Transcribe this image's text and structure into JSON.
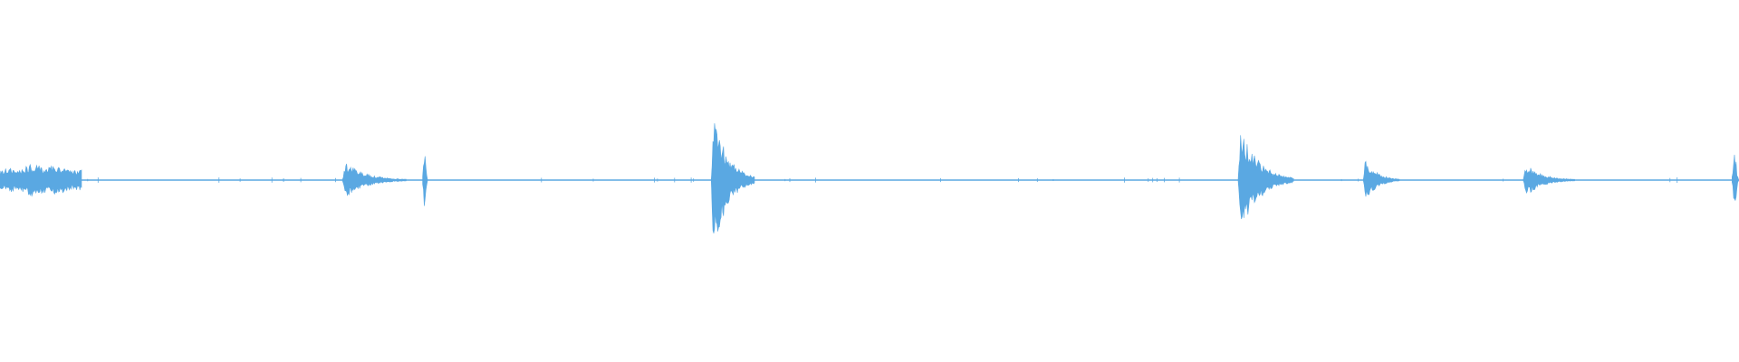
{
  "waveform": {
    "color": "#5aa8e2",
    "baseline_color": "#5aa8e2",
    "background": "#ffffff",
    "duration_fraction_note_omitted": null,
    "bursts": [
      {
        "start": 0.0,
        "end": 0.047,
        "peak": 0.045,
        "shape": "sustained"
      },
      {
        "start": 0.197,
        "end": 0.234,
        "peak": 0.05,
        "shape": "decay"
      },
      {
        "start": 0.243,
        "end": 0.246,
        "peak": 0.085,
        "shape": "spike"
      },
      {
        "start": 0.409,
        "end": 0.434,
        "peak": 0.21,
        "shape": "decay"
      },
      {
        "start": 0.712,
        "end": 0.744,
        "peak": 0.15,
        "shape": "decay"
      },
      {
        "start": 0.784,
        "end": 0.805,
        "peak": 0.06,
        "shape": "decay"
      },
      {
        "start": 0.876,
        "end": 0.906,
        "peak": 0.045,
        "shape": "decay"
      },
      {
        "start": 0.996,
        "end": 1.0,
        "peak": 0.08,
        "shape": "spike"
      }
    ]
  }
}
